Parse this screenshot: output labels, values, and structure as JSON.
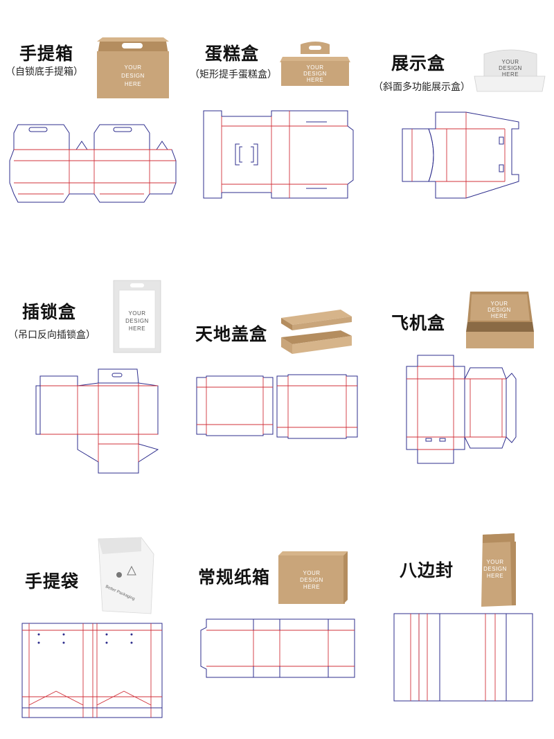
{
  "colors": {
    "cut_line": "#2c2c8c",
    "fold_line": "#d0303a",
    "kraft": "#c9a57a",
    "kraft_dark": "#b48d5f"
  },
  "mockup_text": [
    "YOUR",
    "DESIGN",
    "HERE"
  ],
  "bag_brand": "Better Packaging",
  "items": [
    {
      "title": "手提箱",
      "subtitle": "（自锁底手提箱）"
    },
    {
      "title": "蛋糕盒",
      "subtitle": "（矩形提手蛋糕盒）"
    },
    {
      "title": "展示盒",
      "subtitle": "（斜面多功能展示盒）"
    },
    {
      "title": "插锁盒",
      "subtitle": "（吊口反向插锁盒）"
    },
    {
      "title": "天地盖盒",
      "subtitle": ""
    },
    {
      "title": "飞机盒",
      "subtitle": ""
    },
    {
      "title": "手提袋",
      "subtitle": ""
    },
    {
      "title": "常规纸箱",
      "subtitle": ""
    },
    {
      "title": "八边封",
      "subtitle": ""
    }
  ]
}
